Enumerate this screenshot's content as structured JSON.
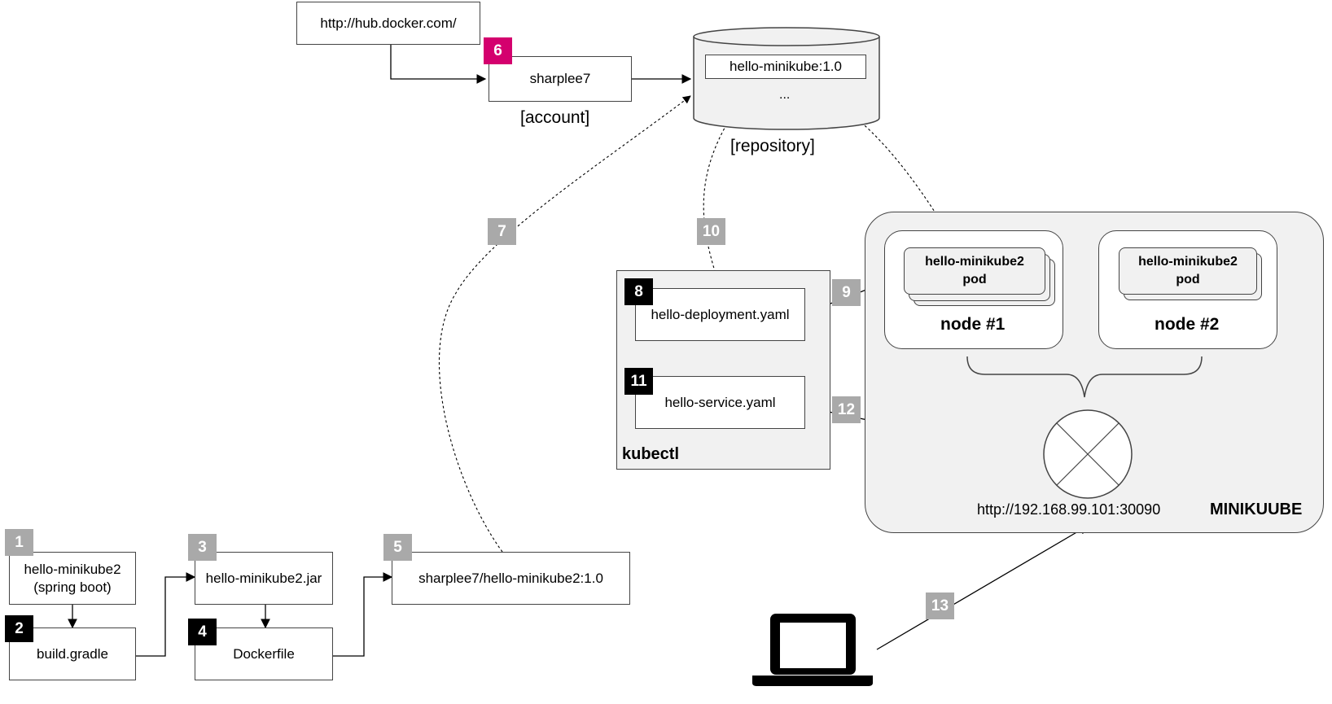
{
  "docker_hub": {
    "url": "http://hub.docker.com/"
  },
  "account": {
    "name": "sharplee7",
    "caption": "[account]"
  },
  "repository": {
    "image": "hello-minikube:1.0",
    "more": "...",
    "caption": "[repository]"
  },
  "steps": {
    "s1": "1",
    "s2": "2",
    "s3": "3",
    "s4": "4",
    "s5": "5",
    "s6": "6",
    "s7": "7",
    "s8": "8",
    "s9": "9",
    "s10": "10",
    "s11": "11",
    "s12": "12",
    "s13": "13"
  },
  "build": {
    "app_line1": "hello-minikube2",
    "app_line2": "(spring boot)",
    "gradle": "build.gradle",
    "jar": "hello-minikube2.jar",
    "dockerfile": "Dockerfile",
    "image": "sharplee7/hello-minikube2:1.0"
  },
  "kubectl": {
    "label": "kubectl",
    "deployment": "hello-deployment.yaml",
    "service": "hello-service.yaml"
  },
  "minikube": {
    "label": "MINIKUUBE",
    "url": "http://192.168.99.101:30090",
    "node1": {
      "pod_line1": "hello-minikube2",
      "pod_line2": "pod",
      "label": "node #1"
    },
    "node2": {
      "pod_line1": "hello-minikube2",
      "pod_line2": "pod",
      "label": "node #2"
    }
  },
  "colors": {
    "badge_gray": "#a9a9a9",
    "badge_black": "#000000",
    "badge_pink": "#d4006e",
    "region_fill": "#f1f1f1"
  },
  "icons": {
    "client": "laptop-icon",
    "load_balancer": "load-balancer-icon"
  }
}
